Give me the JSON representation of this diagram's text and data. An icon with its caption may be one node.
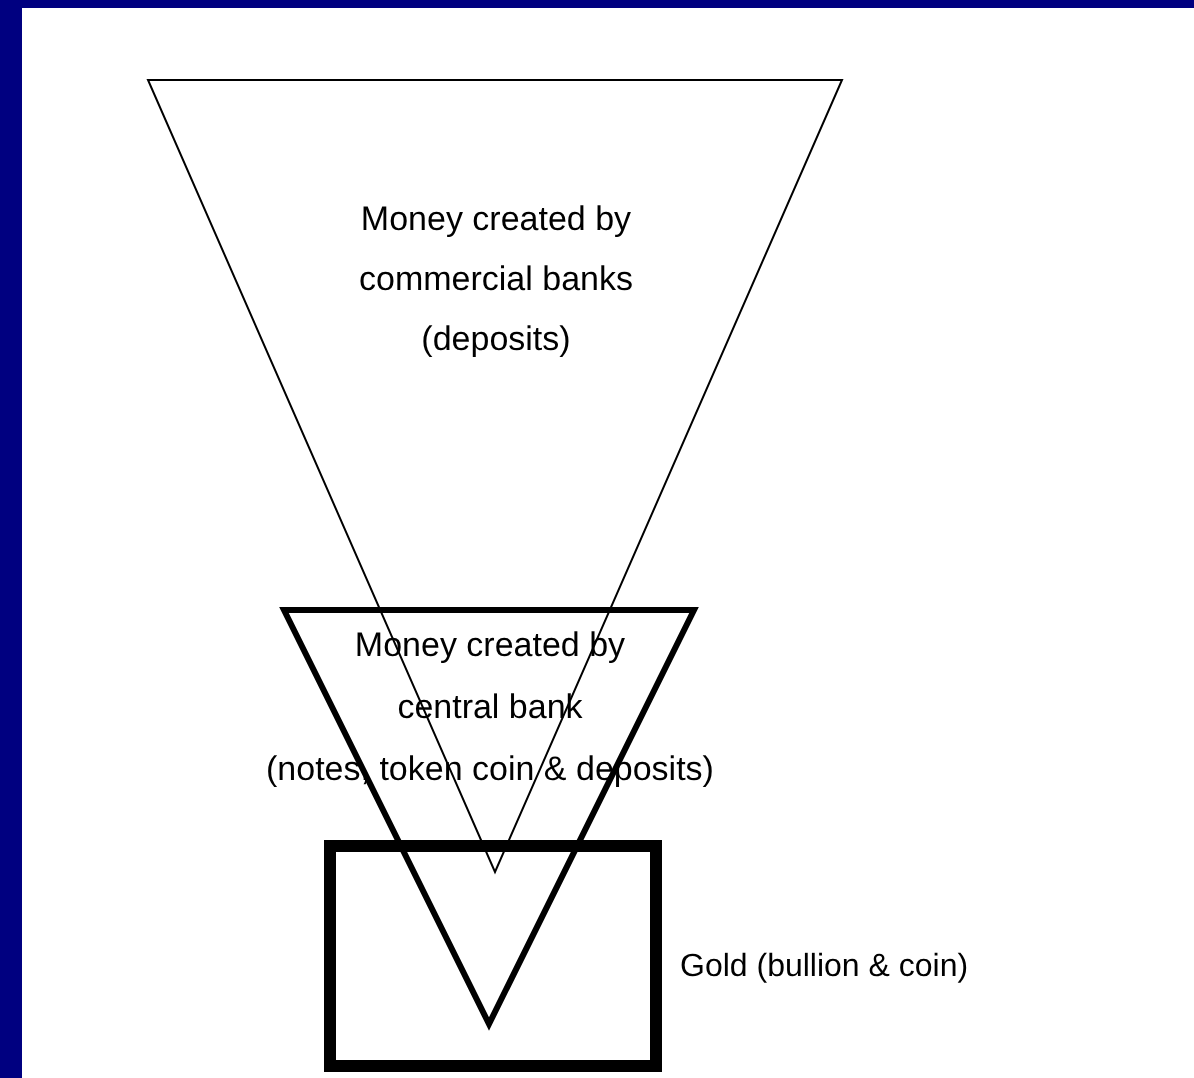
{
  "diagram": {
    "nodes": [
      {
        "text": [
          "Money created by commercial banks (deposits)"
        ]
      },
      {
        "text": [
          "Money created by central bank (notes, token coin & deposits)"
        ]
      },
      {
        "text": [],
        "shape": "box"
      }
    ],
    "labels": [
      "Gold (bullion & coin)"
    ]
  }
}
